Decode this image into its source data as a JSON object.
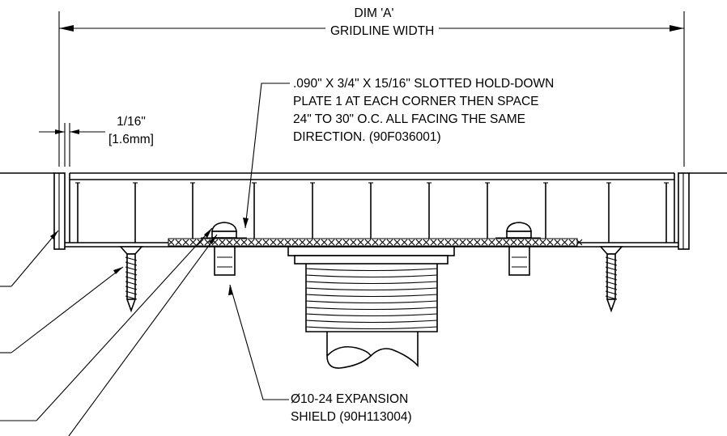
{
  "dimension_a": {
    "line1": "DIM 'A'",
    "line2": "GRIDLINE WIDTH"
  },
  "gap": {
    "line1": "1/16\"",
    "line2": "[1.6mm]"
  },
  "hold_down_plate": {
    "line1": ".090\" X 3/4\" X 15/16\" SLOTTED HOLD-DOWN",
    "line2": "PLATE 1 AT EACH CORNER THEN SPACE",
    "line3": "24\" TO 30\" O.C. ALL FACING THE SAME",
    "line4": "DIRECTION. (90F036001)"
  },
  "expansion_shield": {
    "line1": "Ø10-24 EXPANSION",
    "line2": "SHIELD (90H113004)"
  }
}
